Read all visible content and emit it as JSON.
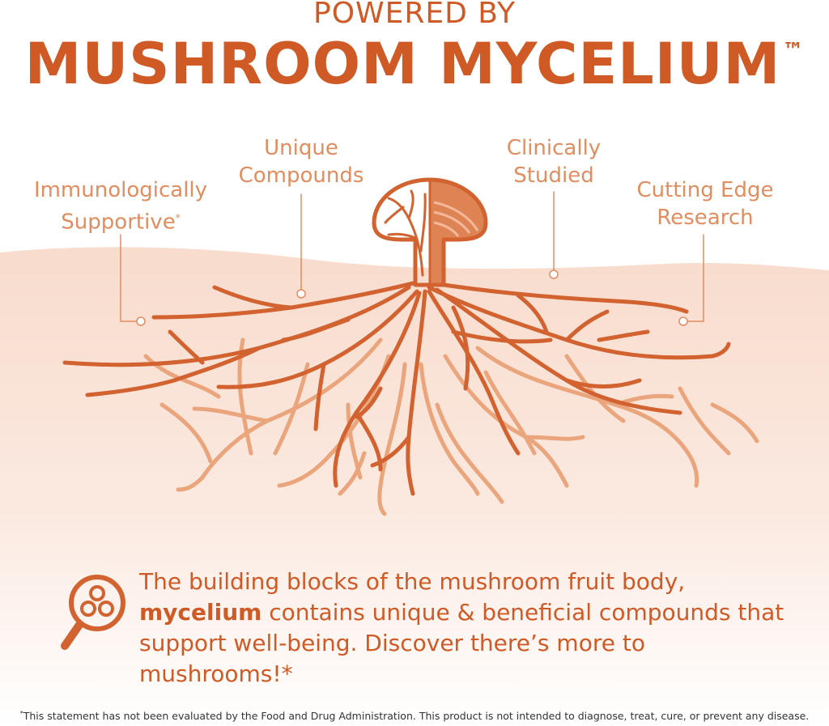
{
  "header": {
    "pre_title": "POWERED BY",
    "title": "MUSHROOM MYCELIUM",
    "title_mark": "™"
  },
  "callouts": {
    "immunologically_line1": "Immunologically",
    "immunologically_line2": "Supportive",
    "immunologically_mark": "*",
    "unique_line1": "Unique",
    "unique_line2": "Compounds",
    "clinically_line1": "Clinically",
    "clinically_line2": "Studied",
    "cutting_line1": "Cutting Edge",
    "cutting_line2": "Research"
  },
  "body": {
    "text_before_bold": "The building blocks of the mushroom fruit body, ",
    "bold_word": "mycelium",
    "text_after_bold": " contains unique & beneficial compounds that support well-being. Discover there’s more to mushrooms!*"
  },
  "footer": {
    "mark": "*",
    "disclaimer": "This statement has not been evaluated by the Food and Drug Administration. This product is not intended to diagnose, treat, cure, or prevent any disease."
  },
  "colors": {
    "primary": "#cf5a26",
    "light": "#e08d60",
    "roots_light": "#e9a37a",
    "soil": "#fbe6dc"
  },
  "icons": {
    "magnifier": "magnifier-molecule-icon",
    "mushroom": "mushroom-icon"
  }
}
